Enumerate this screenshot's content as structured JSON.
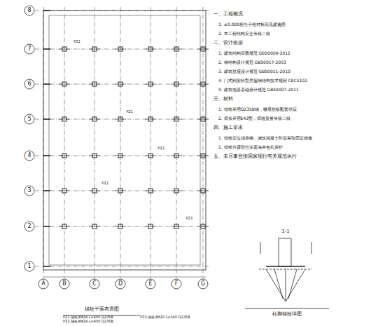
{
  "diagram": {
    "labels": [
      "8",
      "7",
      "6",
      "5",
      "4",
      "3",
      "2",
      "1",
      "A",
      "B",
      "C",
      "D",
      "E",
      "F",
      "G",
      "锚栓平面布置图",
      "PZ1 锚栓4M24 L=600 Q235B",
      "PZ2 锚栓4M24 L=600 Q235B",
      "PZ3 锚栓4M20 L=500 Q235B",
      "一、工程概况",
      "1. ±0.000相当于绝对标高见建施图",
      "2. 本工程结构安全等级二级",
      "二、设计依据",
      "1. 建筑结构荷载规范 GB50009-2012",
      "2. 钢结构设计规范 GB50017-2003",
      "3. 建筑抗震设计规范 GB50011-2010",
      "4. 门式刚架轻型房屋钢结构技术规程 CECS102",
      "5. 建筑地基基础设计规范 GB50007-2011",
      "三、材料",
      "1. 锚栓采用Q235B钢，螺母垫板配套供应",
      "2. 焊条采用E43型，焊缝质量等级二级",
      "四、施工要求",
      "1. 锚栓定位须准确，浇筑混凝土时应采取固定措施",
      "2. 锚栓外露部分涂黄油并包扎保护",
      "五、未尽事宜按国家现行有关规范执行",
      "1-1",
      "柱脚锚栓详图",
      "PZ1",
      "PZ1",
      "PZ2",
      "PZ2",
      "PZ3"
    ]
  }
}
